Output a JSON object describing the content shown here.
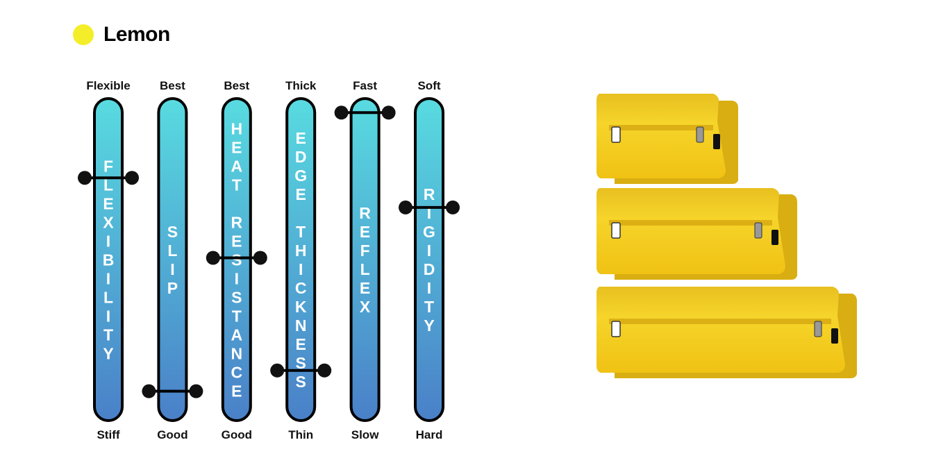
{
  "header": {
    "title": "Lemon",
    "dot_color": "#f4ee2a"
  },
  "icons": {
    "squeegee_image": "squeegee-icon"
  },
  "colors": {
    "bar_top": "#58dbe0",
    "bar_bottom": "#4a80c8",
    "bar_outline": "#000000",
    "squeegee_fill": "#f1c718",
    "squeegee_shade": "#d6a90e"
  },
  "chart_data": {
    "type": "bar",
    "value_scale": "0 = bottom label, 1 = top label",
    "categories": [
      {
        "name": "FLEXIBILITY",
        "top": "Flexible",
        "bottom": "Stiff",
        "value": 0.77
      },
      {
        "name": "SLIP",
        "top": "Best",
        "bottom": "Good",
        "value": 0.05
      },
      {
        "name": "HEAT RESISTANCE",
        "top": "Best",
        "bottom": "Good",
        "value": 0.5
      },
      {
        "name": "EDGE THICKNESS",
        "top": "Thick",
        "bottom": "Thin",
        "value": 0.12
      },
      {
        "name": "REFLEX",
        "top": "Fast",
        "bottom": "Slow",
        "value": 0.99
      },
      {
        "name": "RIGIDITY",
        "top": "Soft",
        "bottom": "Hard",
        "value": 0.67
      }
    ]
  }
}
